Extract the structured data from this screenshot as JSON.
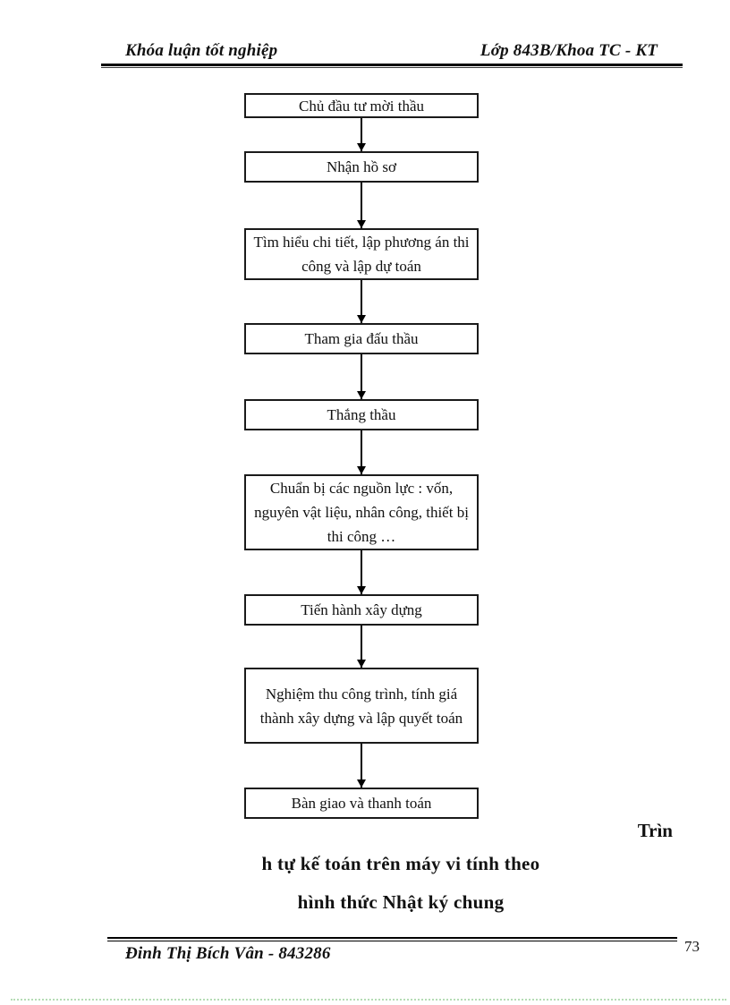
{
  "header": {
    "left": "Khóa luận tốt nghiệp",
    "right": "Lớp 843B/Khoa TC - KT"
  },
  "flowchart": {
    "steps": [
      {
        "label": "Chủ đầu tư mời thầu"
      },
      {
        "label": "Nhận hồ sơ"
      },
      {
        "label": "Tìm hiểu chi tiết, lập phương án thi công và lập dự toán"
      },
      {
        "label": "Tham gia đấu thầu"
      },
      {
        "label": "Thắng thầu"
      },
      {
        "label": "Chuẩn bị các nguồn lực : vốn, nguyên vật liệu, nhân công, thiết bị thi công …"
      },
      {
        "label": "Tiến hành xây dựng"
      },
      {
        "label": "Nghiệm thu công trình, tính giá thành xây dựng và lập quyết toán"
      },
      {
        "label": "Bàn giao và thanh toán"
      }
    ]
  },
  "caption": {
    "overflow_word": "Trìn",
    "line1": "h tự kế toán trên máy vi tính theo",
    "line2": "hình thức Nhật ký chung"
  },
  "footer": {
    "author": "Đinh Thị Bích Vân - 843286",
    "page_number": "73"
  }
}
